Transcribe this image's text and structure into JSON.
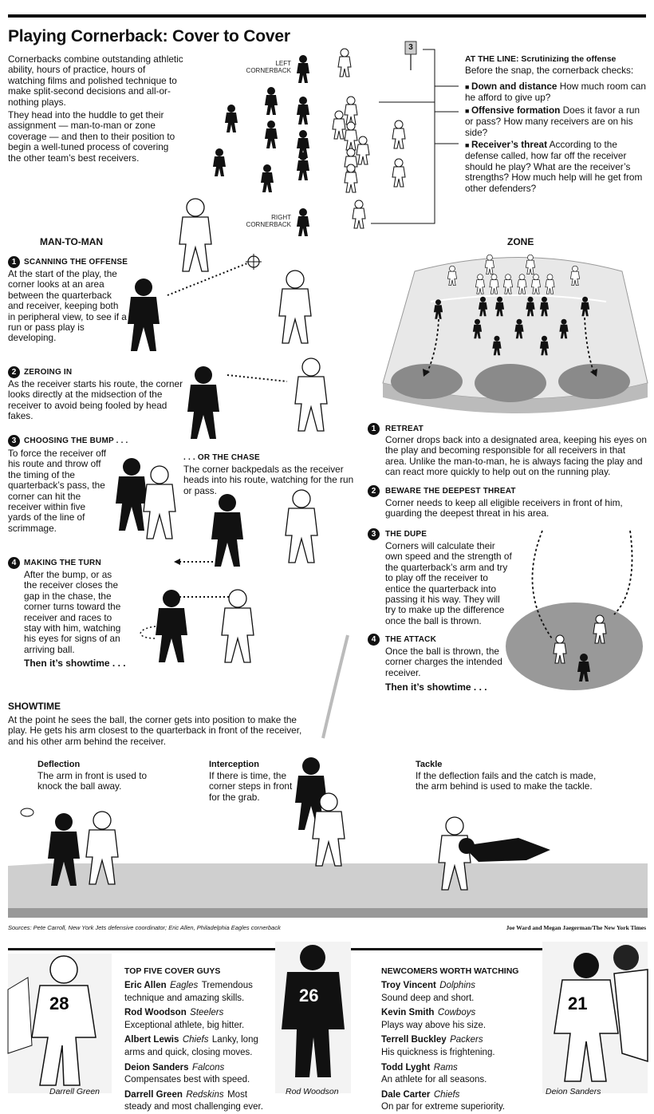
{
  "title": "Playing Cornerback: Cover to Cover",
  "intro": {
    "p1": "Cornerbacks combine outstanding athletic ability, hours of practice, hours of watching films and polished technique to make split-second decisions and all-or-nothing plays.",
    "p2": "They head into the huddle to get their assignment — man-to-man or zone coverage — and then to their position to begin a well-tuned process of covering the other team’s best receivers."
  },
  "formation": {
    "left_label": "LEFT CORNERBACK",
    "right_label": "RIGHT CORNERBACK",
    "down_marker": "3"
  },
  "at_the_line": {
    "heading": "AT THE LINE: Scrutinizing the offense",
    "intro": "Before the snap, the cornerback checks:",
    "checks": [
      {
        "term": "Down and distance",
        "text": "How much room can he afford to give up?"
      },
      {
        "term": "Offensive formation",
        "text": "Does it favor a run or pass? How many receivers are on his side?"
      },
      {
        "term": "Receiver’s threat",
        "text": "According to the defense called, how far off the receiver should he play? What are the receiver’s strengths? How much help will he get from other defenders?"
      }
    ]
  },
  "man": {
    "heading": "MAN-TO-MAN",
    "steps": [
      {
        "num": "1",
        "title": "SCANNING THE OFFENSE",
        "text": "At the start of the play, the corner looks at an area between the quarterback and receiver, keeping both in peripheral view, to see if a run or pass play is developing."
      },
      {
        "num": "2",
        "title": "ZEROING IN",
        "text": "As the receiver starts his route, the corner looks directly at the midsection of the receiver to avoid being fooled by head fakes."
      },
      {
        "num": "3",
        "title": "CHOOSING THE BUMP . . .",
        "text": "To force the receiver off his route and throw off the timing of the quarterback’s pass, the corner can hit the receiver within five yards of the line of scrimmage."
      },
      {
        "num": "4",
        "title": "MAKING THE TURN",
        "text": "After the bump, or as the receiver closes the gap in the chase, the corner turns toward the receiver and races to stay with him, watching his eyes for signs of an arriving ball."
      }
    ],
    "chase_title": ". . . OR THE CHASE",
    "chase_text": "The corner backpedals as the receiver heads into his route, watching for the run or pass.",
    "showtime": "Then it’s showtime . . ."
  },
  "zone": {
    "heading": "ZONE",
    "steps": [
      {
        "num": "1",
        "title": "RETREAT",
        "text": "Corner drops back into a designated area, keeping his eyes on the play and becoming responsible for all receivers in that area. Unlike the man-to-man, he is always facing the play and can react more quickly to help out on the running play."
      },
      {
        "num": "2",
        "title": "BEWARE THE DEEPEST THREAT",
        "text": "Corner needs to keep all eligible receivers in front of him, guarding the deepest threat in his area."
      },
      {
        "num": "3",
        "title": "THE DUPE",
        "text": "Corners will calculate their own speed and the strength of the quarterback’s arm and try to play off the receiver to entice the quarterback into passing it his way. They will try to make up the difference once the ball is thrown."
      },
      {
        "num": "4",
        "title": "THE ATTACK",
        "text": "Once the ball is thrown, the corner charges the intended receiver."
      }
    ],
    "showtime": "Then it’s showtime . . ."
  },
  "showtime": {
    "heading": "SHOWTIME",
    "text": "At the point he sees the ball, the corner gets into position to make the play. He gets his arm closest to the quarterback in front of the receiver, and his other arm behind the receiver.",
    "plays": [
      {
        "title": "Deflection",
        "text": "The arm in front is used to knock the ball away."
      },
      {
        "title": "Interception",
        "text": "If there is time, the corner steps in front for the grab."
      },
      {
        "title": "Tackle",
        "text": "If the deflection fails and the catch is made, the arm behind is used to make the tackle."
      }
    ]
  },
  "sources": "Sources: Pete Carroll, New York Jets defensive coordinator; Eric Allen, Philadelphia Eagles cornerback",
  "credit": "Joe Ward and Megan Jaegerman/The New York Times",
  "top_five": {
    "heading": "TOP FIVE COVER GUYS",
    "players": [
      {
        "name": "Eric Allen",
        "team": "Eagles",
        "desc": "Tremendous technique and amazing skills."
      },
      {
        "name": "Rod Woodson",
        "team": "Steelers",
        "desc": "Exceptional athlete, big hitter."
      },
      {
        "name": "Albert Lewis",
        "team": "Chiefs",
        "desc": "Lanky, long arms and quick, closing moves."
      },
      {
        "name": "Deion Sanders",
        "team": "Falcons",
        "desc": "Compensates best with speed."
      },
      {
        "name": "Darrell Green",
        "team": "Redskins",
        "desc": "Most steady and most challenging ever."
      }
    ]
  },
  "newcomers": {
    "heading": "NEWCOMERS WORTH WATCHING",
    "players": [
      {
        "name": "Troy Vincent",
        "team": "Dolphins",
        "desc": "Sound deep and short."
      },
      {
        "name": "Kevin Smith",
        "team": "Cowboys",
        "desc": "Plays way above his size."
      },
      {
        "name": "Terrell Buckley",
        "team": "Packers",
        "desc": "His quickness is frightening."
      },
      {
        "name": "Todd Lyght",
        "team": "Rams",
        "desc": "An athlete for all seasons."
      },
      {
        "name": "Dale Carter",
        "team": "Chiefs",
        "desc": "On par for extreme superiority."
      }
    ]
  },
  "photos": {
    "left_caption": "Darrell Green",
    "middle_caption": "Rod Woodson",
    "right_caption": "Deion Sanders",
    "jersey_left": "28",
    "jersey_middle": "26",
    "jersey_right": "21"
  }
}
